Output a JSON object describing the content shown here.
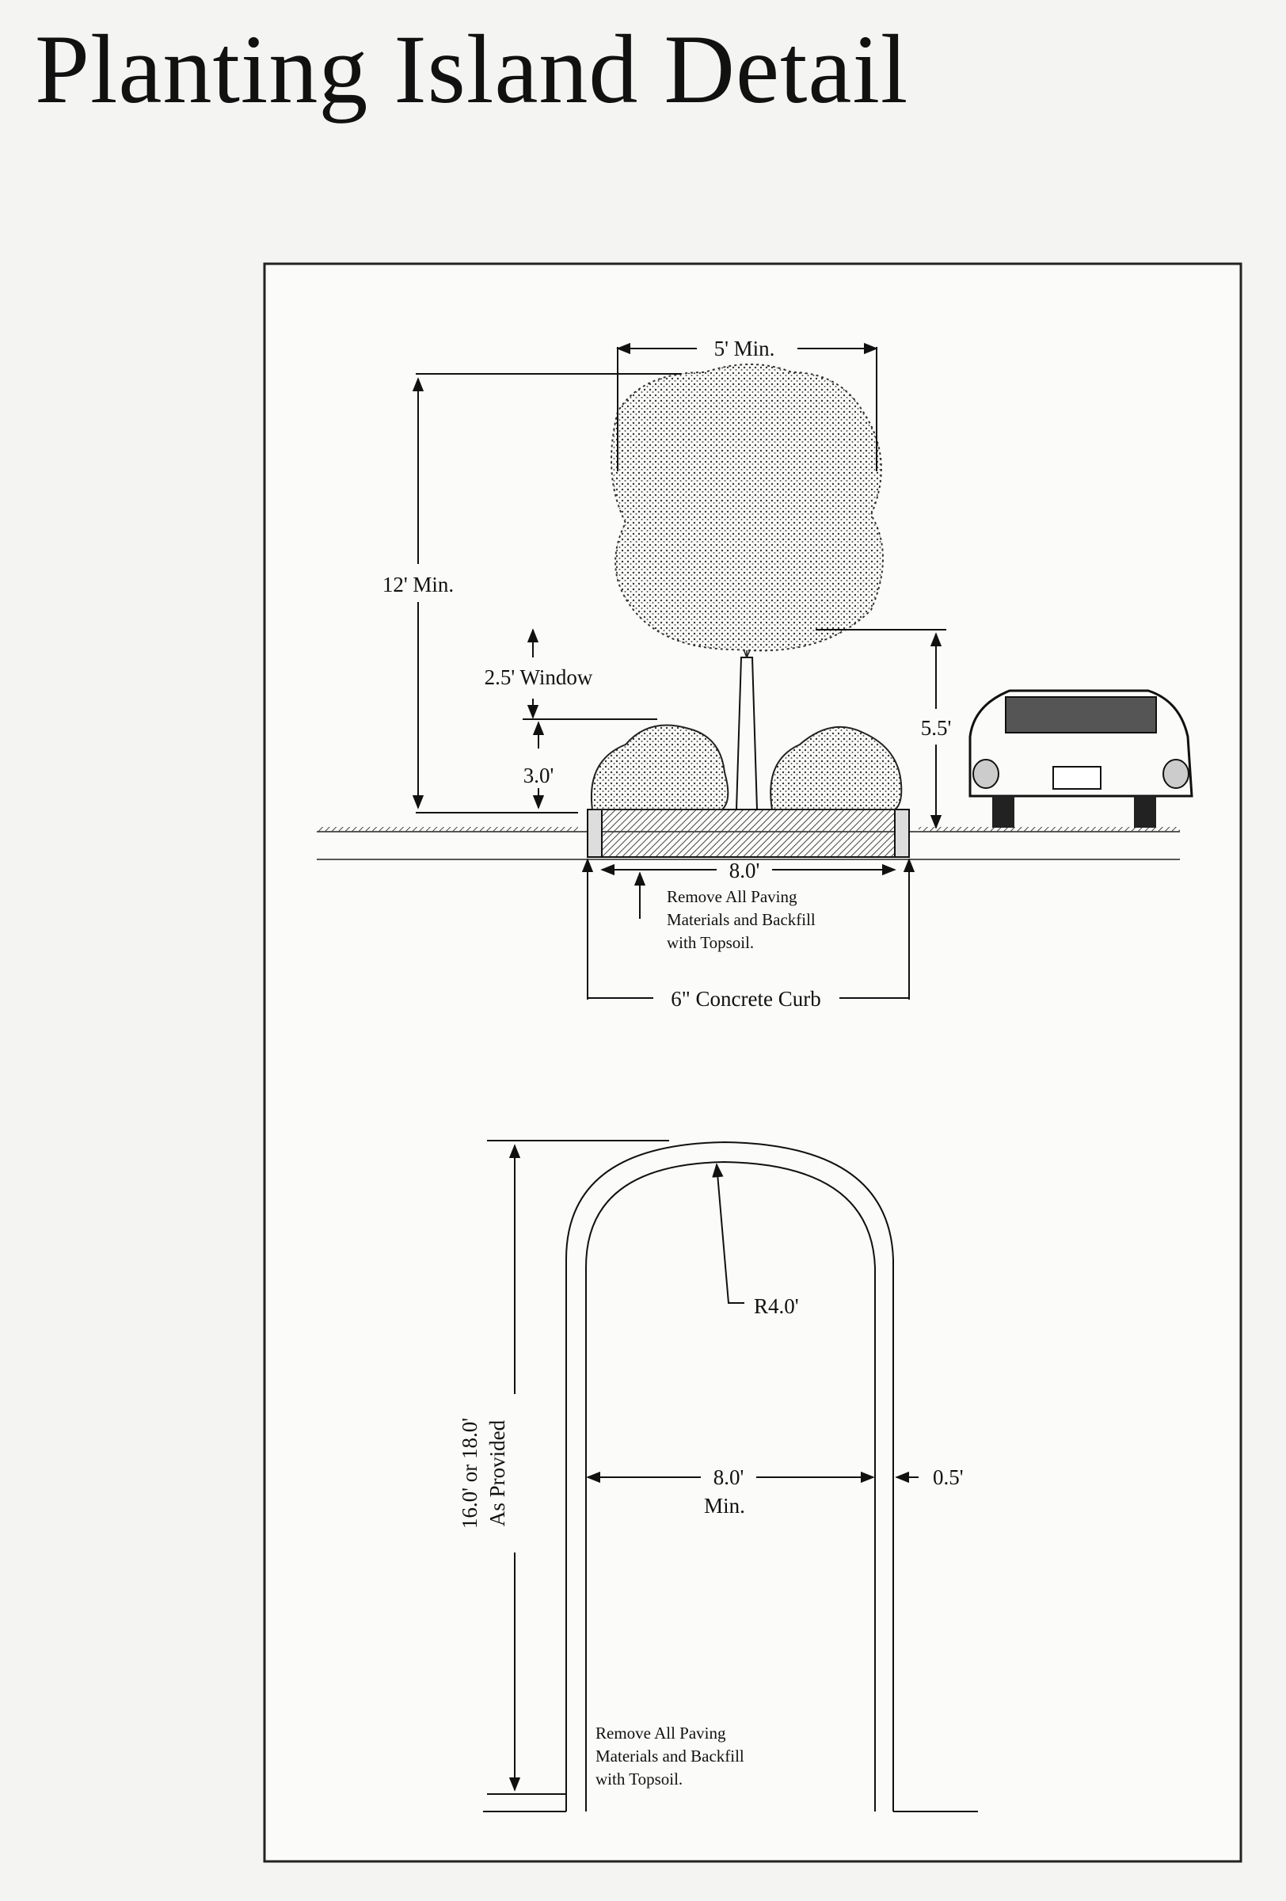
{
  "title": "Planting Island Detail",
  "section": {
    "crown_width": "5' Min.",
    "tree_height": "12' Min.",
    "window": "2.5' Window",
    "shrub_height": "3.0'",
    "clearance": "5.5'",
    "island_width": "8.0'",
    "note_lines": [
      "Remove All Paving",
      "Materials and Backfill",
      "with Topsoil."
    ],
    "curb": "6\" Concrete Curb"
  },
  "plan": {
    "radius": "R4.0'",
    "length_line1": "16.0' or 18.0'",
    "length_line2": "As Provided",
    "width_line1": "8.0'",
    "width_line2": "Min.",
    "curb_width": "0.5'",
    "note_lines": [
      "Remove All Paving",
      "Materials and Backfill",
      "with Topsoil."
    ]
  },
  "colors": {
    "ink": "#111111",
    "paper": "#f4f4f2",
    "frame": "#fbfbf9"
  }
}
